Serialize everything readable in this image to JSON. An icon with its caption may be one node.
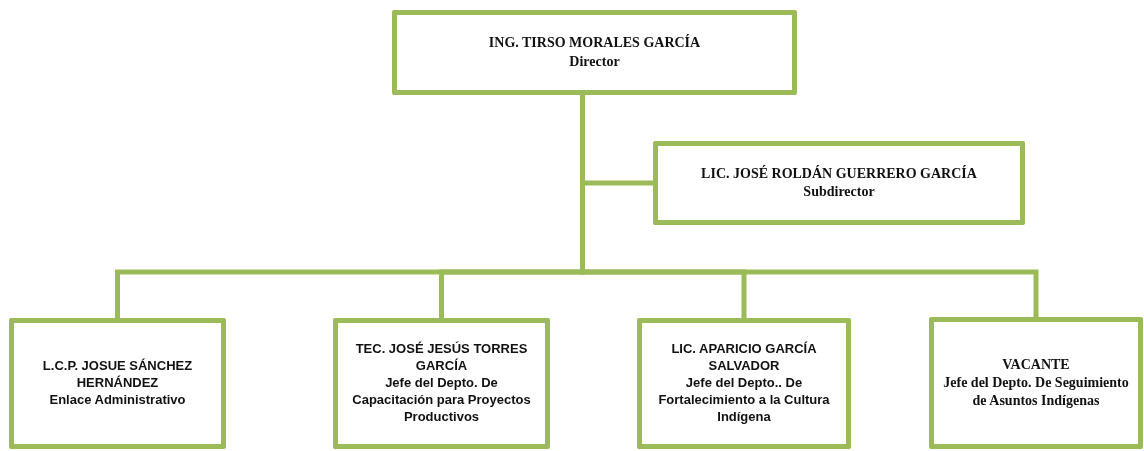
{
  "diagram": {
    "nodes": [
      {
        "text": [
          "ING. TIRSO MORALES  GARCÍA",
          "Director"
        ]
      },
      {
        "text": [
          "LIC. JOSÉ ROLDÁN GUERRERO GARCÍA",
          "Subdirector"
        ]
      },
      {
        "text": [
          "L.C.P. JOSUE SÁNCHEZ HERNÁNDEZ",
          "Enlace Administrativo"
        ]
      },
      {
        "text": [
          "TEC. JOSÉ JESÚS TORRES GARCÍA",
          "Jefe del Depto. De Capacitación para Proyectos Productivos"
        ]
      },
      {
        "text": [
          "LIC. APARICIO GARCÍA SALVADOR",
          "Jefe del Depto.. De Fortalecimiento a la Cultura Indígena"
        ]
      },
      {
        "text": [
          "VACANTE",
          "Jefe del  Depto.  De Seguimiento de Asuntos Indígenas"
        ]
      }
    ],
    "edges": [
      {
        "from": 0,
        "to": 1,
        "arrow": "none"
      },
      {
        "from": 0,
        "to": 2,
        "arrow": "none"
      },
      {
        "from": 0,
        "to": 3,
        "arrow": "none"
      },
      {
        "from": 0,
        "to": 4,
        "arrow": "none"
      },
      {
        "from": 0,
        "to": 5,
        "arrow": "none"
      }
    ]
  }
}
